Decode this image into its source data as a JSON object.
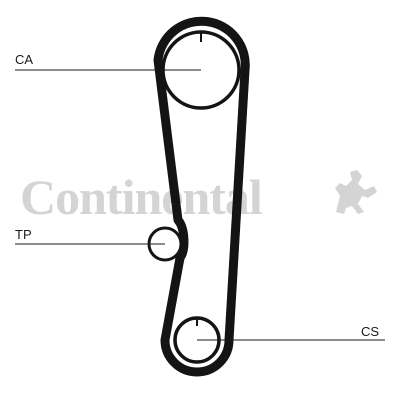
{
  "diagram": {
    "labels": {
      "camshaft": "CA",
      "tensioner": "TP",
      "crankshaft": "CS"
    },
    "watermark": {
      "brand": "Continental"
    },
    "colors": {
      "belt": "#141414",
      "watermark": "#d4d4d4",
      "background": "#ffffff"
    }
  }
}
